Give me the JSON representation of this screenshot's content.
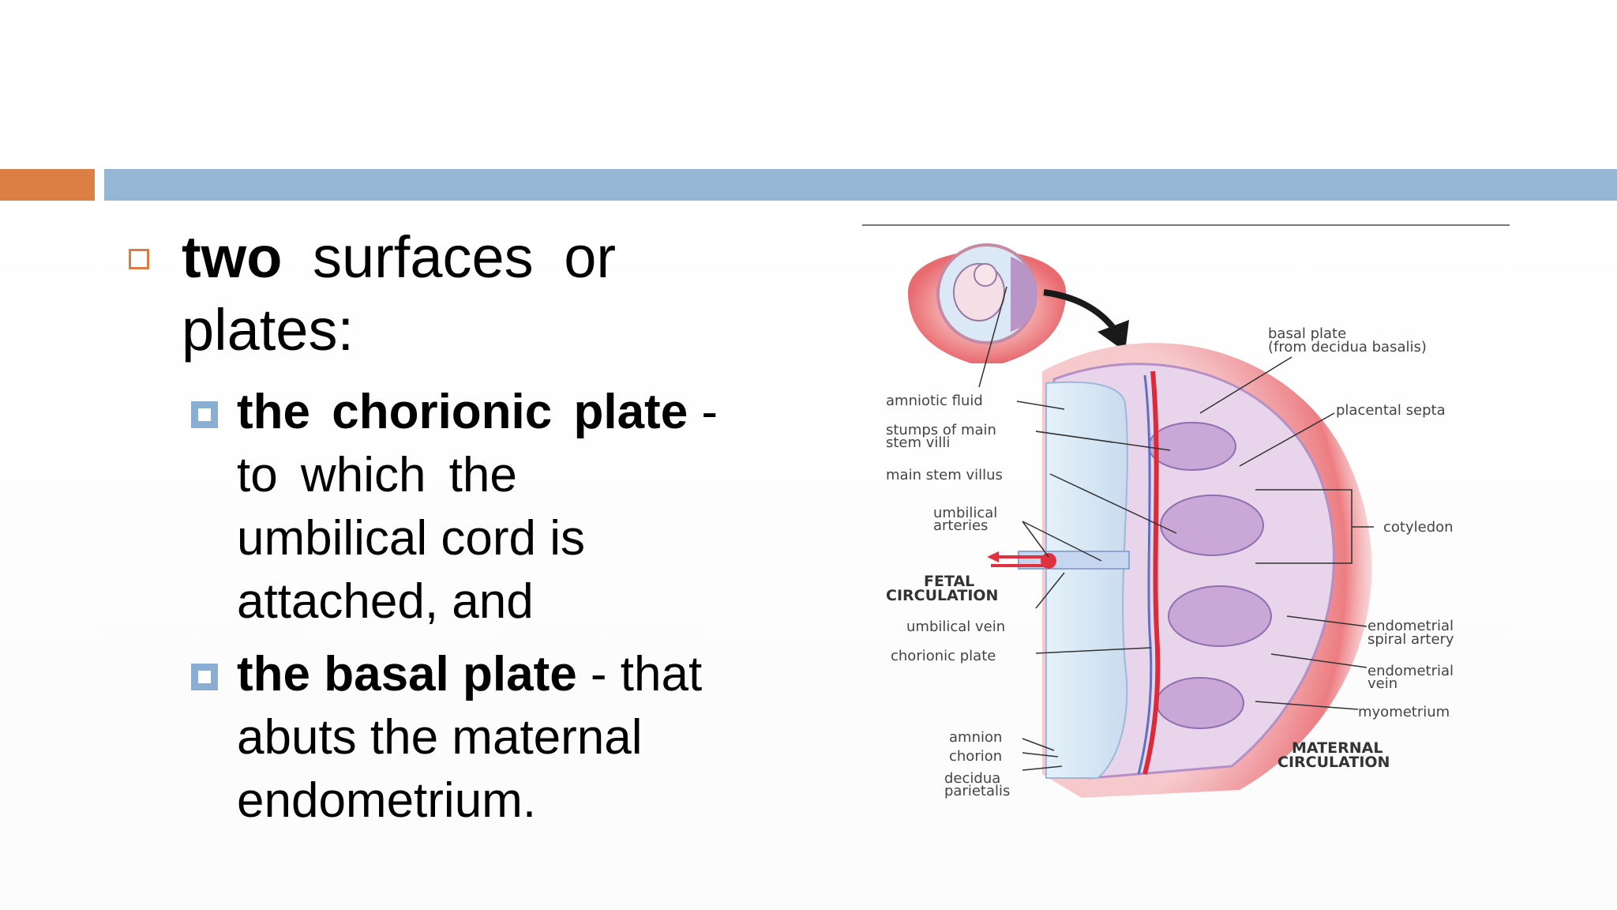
{
  "bullets": {
    "main": {
      "bold": "two",
      "rest1": " surfaces or",
      "rest2": "plates:"
    },
    "sub1": {
      "bold": "the chorionic plate",
      "l1": " -",
      "l2": "to which the",
      "l3": "umbilical cord is",
      "l4": "attached, and"
    },
    "sub2": {
      "bold": "the basal plate",
      "l1": " - that",
      "l2": "abuts the maternal",
      "l3": "endometrium."
    }
  },
  "diagram": {
    "labels": {
      "amniotic_fluid": "amniotic fluid",
      "stumps_1": "stumps of main",
      "stumps_2": "stem villi",
      "main_stem": "main stem villus",
      "umb_art_1": "umbilical",
      "umb_art_2": "arteries",
      "fetal_1": "FETAL",
      "fetal_2": "CIRCULATION",
      "umb_vein": "umbilical vein",
      "chorionic_plate": "chorionic plate",
      "amnion": "amnion",
      "chorion": "chorion",
      "decidua_1": "decidua",
      "decidua_2": "parietalis",
      "basal_1": "basal plate",
      "basal_2": "(from decidua basalis)",
      "placental_septa": "placental septa",
      "cotyledon": "cotyledon",
      "endo_spiral_1": "endometrial",
      "endo_spiral_2": "spiral artery",
      "endo_vein_1": "endometrial",
      "endo_vein_2": "vein",
      "myometrium": "myometrium",
      "maternal_1": "MATERNAL",
      "maternal_2": "CIRCULATION"
    }
  },
  "colors": {
    "orange_bar": "#dc7f45",
    "blue_bar": "#95b6d4",
    "bullet_blue": "#8aaed3"
  }
}
